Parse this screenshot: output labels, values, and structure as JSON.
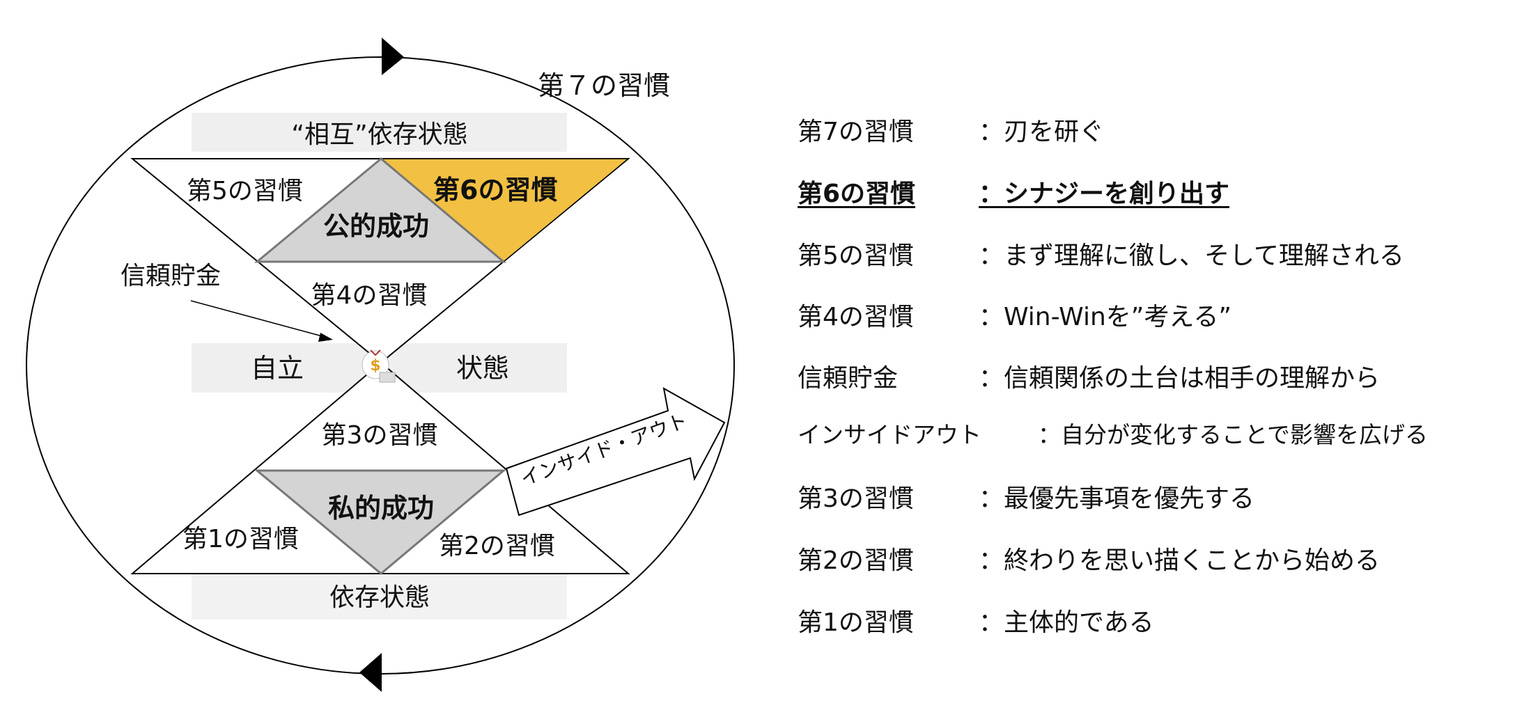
{
  "diagram": {
    "habit7_label": "第７の習慣",
    "interdependence": "“相互”依存状態",
    "habit5": "第5の習慣",
    "habit6": "第6の習慣",
    "public_victory": "公的成功",
    "habit4": "第4の習慣",
    "trust_account": "信頼貯金",
    "independence_left": "自立",
    "independence_right": "状態",
    "habit3": "第3の習慣",
    "inside_out": "インサイド・アウト",
    "private_victory": "私的成功",
    "habit1": "第1の習慣",
    "habit2": "第2の習慣",
    "dependence": "依存状態",
    "money_symbol": "$",
    "colors": {
      "highlight": "#F2C043",
      "gray_triangle": "#D4D4D4",
      "band": "#EFEFEF"
    }
  },
  "legend": [
    {
      "label": "第7の習慣",
      "desc": "：刃を研ぐ"
    },
    {
      "label": "第6の習慣",
      "desc": "：シナジーを創り出す",
      "emphasis": true
    },
    {
      "label": "第5の習慣",
      "desc": "：まず理解に徹し、そして理解される"
    },
    {
      "label": "第4の習慣",
      "desc": "：Win-Winを”考える”"
    },
    {
      "label": "信頼貯金",
      "desc": "：信頼関係の土台は相手の理解から"
    },
    {
      "label": "インサイドアウト",
      "desc": "：自分が変化することで影響を広げる"
    },
    {
      "label": "第3の習慣",
      "desc": "：最優先事項を優先する"
    },
    {
      "label": "第2の習慣",
      "desc": "：終わりを思い描くことから始める"
    },
    {
      "label": "第1の習慣",
      "desc": "：主体的である"
    }
  ]
}
